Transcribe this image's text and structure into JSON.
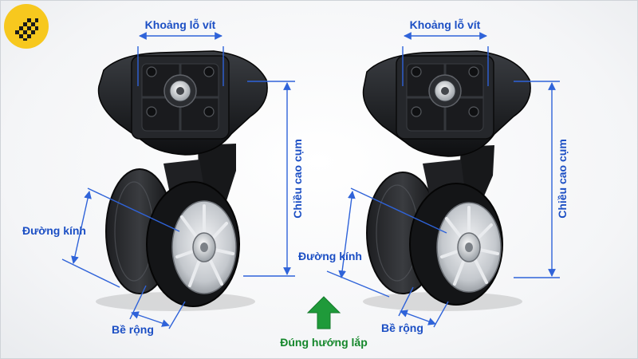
{
  "labels": {
    "screw_spacing": "Khoảng lỗ vít",
    "assembly_height": "Chiều cao cụm",
    "diameter": "Đường kính",
    "width": "Bề rộng",
    "correct_direction": "Đúng hướng lắp"
  },
  "colors": {
    "label_blue": "#1c4fc4",
    "dimension_line": "#2f63d9",
    "arrow_green": "#1f9a3a",
    "logo_yellow": "#f7c81e"
  },
  "icons": {
    "logo": "checkered-logo-icon",
    "direction_arrow": "up-arrow-icon"
  }
}
